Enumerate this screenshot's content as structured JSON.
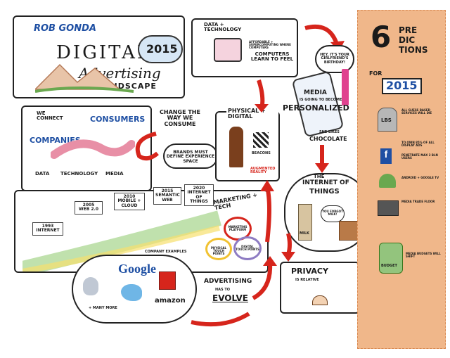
{
  "header": {
    "author": "ROB GONDA",
    "title_1": "DIGITAL",
    "title_2": "Advertising",
    "title_3": "LANDSCAPE",
    "year": "2015"
  },
  "consumers_panel": {
    "we_connect": "WE CONNECT",
    "consumers": "CONSUMERS",
    "companies": "COMPANIES",
    "pillars": [
      "DATA",
      "TECHNOLOGY",
      "MEDIA"
    ]
  },
  "change": {
    "heading": "CHANGE THE WAY WE CONSUME",
    "bubble": "BRANDS MUST DEFINE EXPERIENCE SPACE"
  },
  "physical_digital": {
    "heading": "PHYSICAL + DIGITAL",
    "beacons": "BEACONS",
    "augmented": "AUGMENTED REALITY"
  },
  "data_tech": {
    "heading": "DATA + TECHNOLOGY",
    "note": "AFFORDABLE + SUPERCOMPUTING WHERE COMPUTERS",
    "caption": "COMPUTERS LEARN TO FEEL"
  },
  "personalized": {
    "speech": "HEY, IT'S YOUR GIRLFRIEND'S BIRTHDAY!",
    "media": "MEDIA",
    "goal": "IS GOING TO BECOME",
    "big": "PERSONALIZED",
    "chocolate_note": "SHE LIKES",
    "chocolate": "CHOCOLATE"
  },
  "timeline": {
    "milestones": [
      "1993 INTERNET",
      "2005 WEB 2.0",
      "2010 MOBILE + CLOUD",
      "2015 SEMANTIC WEB",
      "2020 INTERNET OF THINGS"
    ]
  },
  "marketing_tech": {
    "heading": "MARKETING + TECH",
    "circles": [
      "MARKETING PLATFORM",
      "PHYSICAL TOUCH POINTS",
      "DIGITAL TOUCH POINTS"
    ]
  },
  "companies": {
    "label": "COMPANY EXAMPLES",
    "google": "Google",
    "amazon": "amazon",
    "more": "+ MANY MORE"
  },
  "advertising": {
    "line1": "ADVERTISING",
    "line2": "HAS TO",
    "line3": "EVOLVE"
  },
  "iot": {
    "line1": "THE",
    "line2": "INTERNET OF",
    "line3": "THINGS",
    "milk": "MILK",
    "fridge_speech": "YOU FORGOT MILK!"
  },
  "privacy": {
    "heading": "PRIVACY",
    "sub": "IS RELATIVE"
  },
  "predictions": {
    "number": "6",
    "word1": "PRE",
    "word2": "DIC",
    "word3": "TIONS",
    "for": "FOR",
    "year": "2015",
    "items": [
      "ALL GUESS BASED SERVICES WILL DIE",
      "TO OWN 85% OF ALL DISPLAY ADS",
      "PENETRATE MAX 2 BLN USERS",
      "ANDROID + GOOGLE TV",
      "MEDIA TRADE FLOOR",
      "MEDIA BUDGETS WILL SHIFT"
    ],
    "tomb": "LBS",
    "budget": "BUDGET"
  },
  "colors": {
    "orange_banner": "#f0b78a",
    "red_arrow": "#d6251c",
    "blue": "#1e4fa3",
    "pink": "#e88fa6"
  }
}
